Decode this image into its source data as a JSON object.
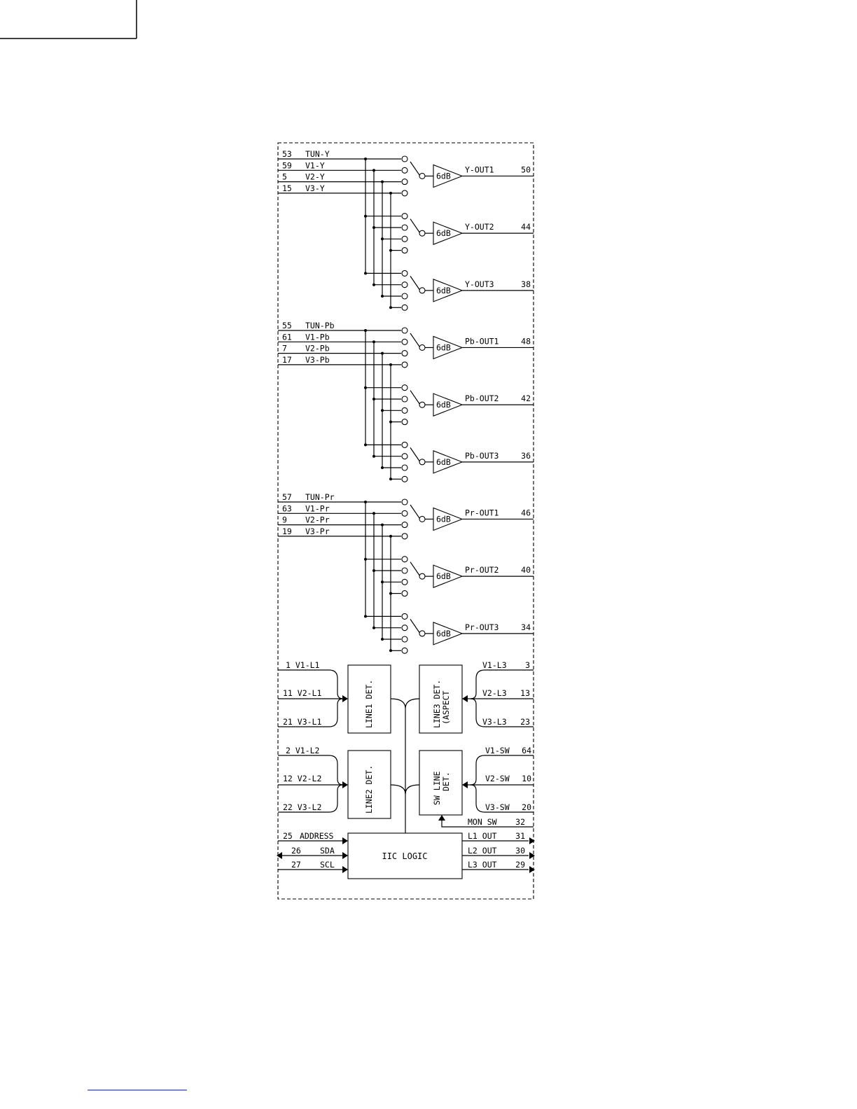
{
  "groups": [
    {
      "id": "Y",
      "inputs": [
        {
          "pin": "53",
          "name": "TUN-Y"
        },
        {
          "pin": "59",
          "name": "V1-Y"
        },
        {
          "pin": "5",
          "name": "V2-Y"
        },
        {
          "pin": "15",
          "name": "V3-Y"
        }
      ],
      "outputs": [
        {
          "name": "Y-OUT1",
          "pin": "50"
        },
        {
          "name": "Y-OUT2",
          "pin": "44"
        },
        {
          "name": "Y-OUT3",
          "pin": "38"
        }
      ]
    },
    {
      "id": "Pb",
      "inputs": [
        {
          "pin": "55",
          "name": "TUN-Pb"
        },
        {
          "pin": "61",
          "name": "V1-Pb"
        },
        {
          "pin": "7",
          "name": "V2-Pb"
        },
        {
          "pin": "17",
          "name": "V3-Pb"
        }
      ],
      "outputs": [
        {
          "name": "Pb-OUT1",
          "pin": "48"
        },
        {
          "name": "Pb-OUT2",
          "pin": "42"
        },
        {
          "name": "Pb-OUT3",
          "pin": "36"
        }
      ]
    },
    {
      "id": "Pr",
      "inputs": [
        {
          "pin": "57",
          "name": "TUN-Pr"
        },
        {
          "pin": "63",
          "name": "V1-Pr"
        },
        {
          "pin": "9",
          "name": "V2-Pr"
        },
        {
          "pin": "19",
          "name": "V3-Pr"
        }
      ],
      "outputs": [
        {
          "name": "Pr-OUT1",
          "pin": "46"
        },
        {
          "name": "Pr-OUT2",
          "pin": "40"
        },
        {
          "name": "Pr-OUT3",
          "pin": "34"
        }
      ]
    }
  ],
  "amp_label": "6dB",
  "blocks": {
    "line1": "LINE1 DET.",
    "line2": "LINE2 DET.",
    "line3_a": "LINE3 DET.",
    "line3_b": "(ASPECT",
    "sw_a": "SW LINE",
    "sw_b": "DET.",
    "iic": "IIC LOGIC"
  },
  "left_io": {
    "l1": [
      "1 V1-L1",
      "11 V2-L1",
      "21 V3-L1"
    ],
    "l2": [
      "2 V1-L2",
      "12 V2-L2",
      "22 V3-L2"
    ]
  },
  "right_io": {
    "l3": [
      {
        "name": "V1-L3",
        "pin": "3"
      },
      {
        "name": "V2-L3",
        "pin": "13"
      },
      {
        "name": "V3-L3",
        "pin": "23"
      }
    ],
    "sw": [
      {
        "name": "V1-SW",
        "pin": "64"
      },
      {
        "name": "V2-SW",
        "pin": "10"
      },
      {
        "name": "V3-SW",
        "pin": "20"
      }
    ],
    "mon_sw": {
      "name": "MON SW",
      "pin": "32"
    }
  },
  "bus_left": [
    {
      "pin": "25",
      "name": "ADDRESS"
    },
    {
      "pin": "26",
      "name": "SDA"
    },
    {
      "pin": "27",
      "name": "SCL"
    }
  ],
  "bus_right": [
    {
      "name": "L1 OUT",
      "pin": "31"
    },
    {
      "name": "L2 OUT",
      "pin": "30"
    },
    {
      "name": "L3 OUT",
      "pin": "29"
    }
  ]
}
